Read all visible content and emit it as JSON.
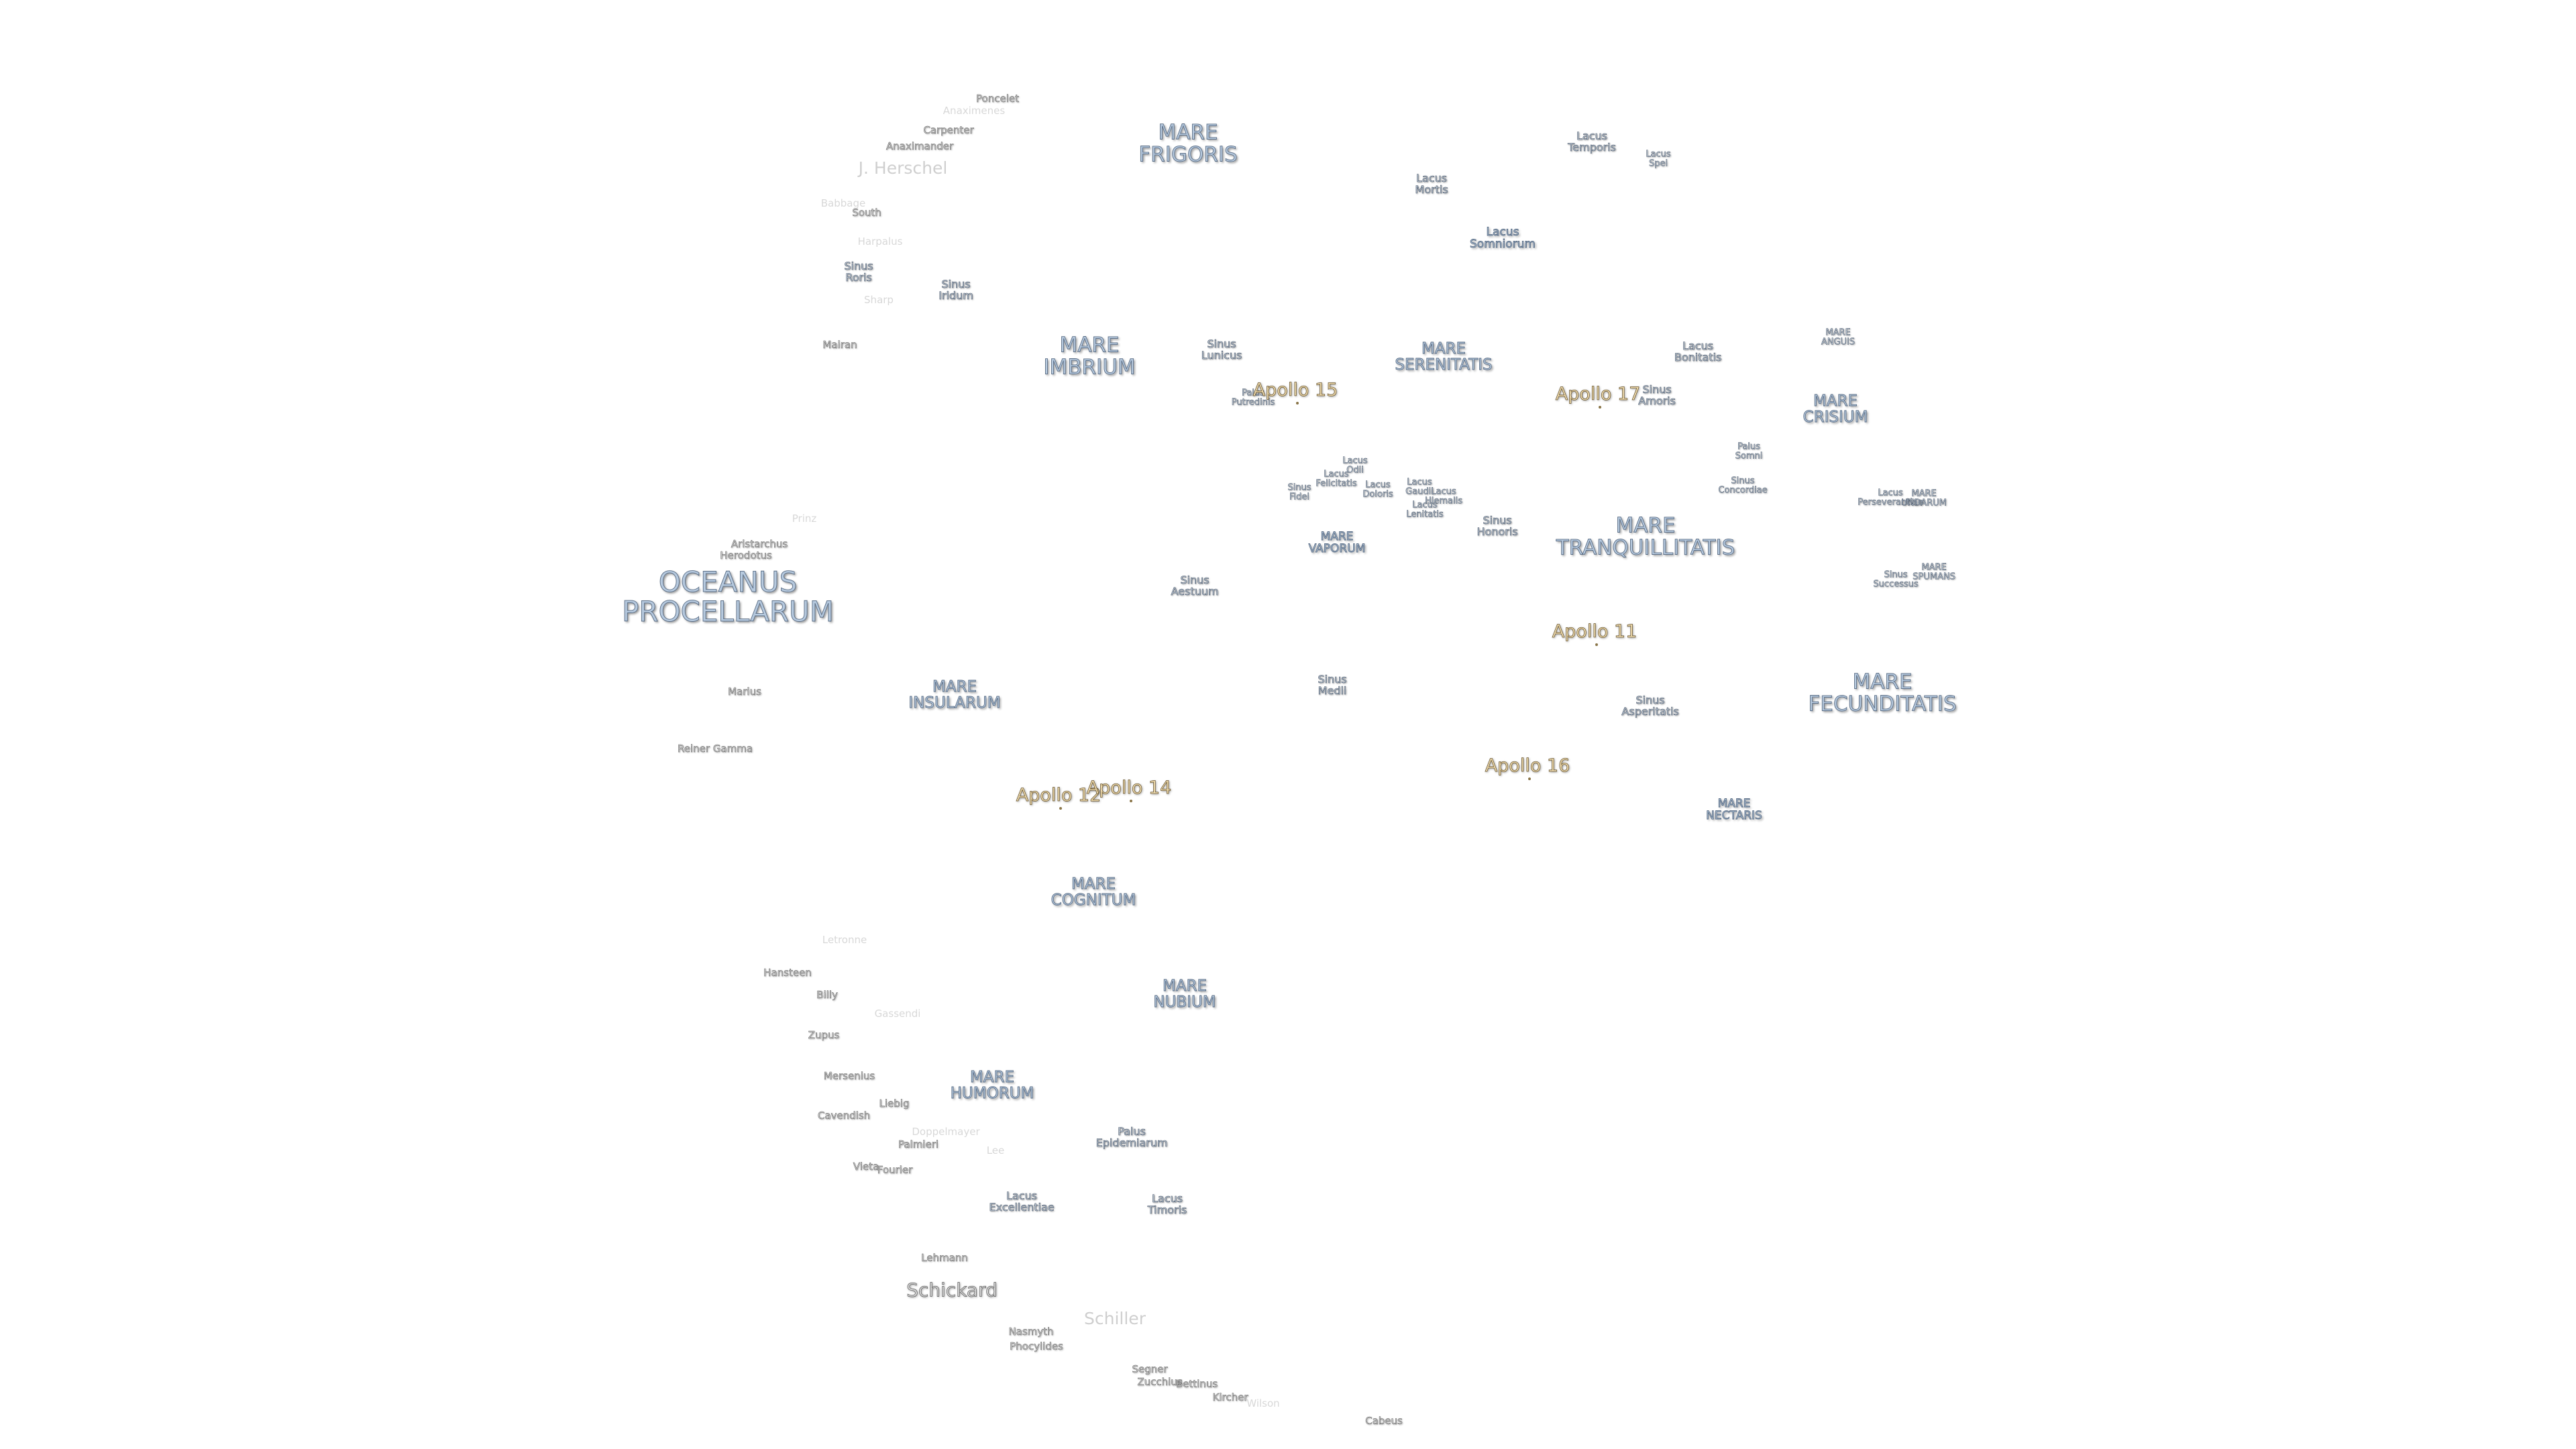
{
  "labels": [
    {
      "text": "MARE\nFRIGORIS",
      "kind": "mare mare-l"
    },
    {
      "text": "MARE\nIMBRIUM",
      "kind": "mare mare-l"
    },
    {
      "text": "MARE\nSERENITATIS",
      "kind": "mare mare-m"
    },
    {
      "text": "MARE\nCRISIUM",
      "kind": "mare mare-m"
    },
    {
      "text": "MARE\nTRANQUILLITATIS",
      "kind": "mare mare-l"
    },
    {
      "text": "OCEANUS\nPROCELLARUM",
      "kind": "mare mare-xl"
    },
    {
      "text": "MARE\nINSULARUM",
      "kind": "mare mare-m"
    },
    {
      "text": "MARE\nFECUNDITATIS",
      "kind": "mare mare-l"
    },
    {
      "text": "MARE\nNECTARIS",
      "kind": "mare mare-s"
    },
    {
      "text": "MARE\nCOGNITUM",
      "kind": "mare mare-m"
    },
    {
      "text": "MARE\nNUBIUM",
      "kind": "mare mare-m"
    },
    {
      "text": "MARE\nHUMORUM",
      "kind": "mare mare-m"
    },
    {
      "text": "MARE\nVAPORUM",
      "kind": "mare mare-s"
    },
    {
      "text": "MARE\nANGUIS",
      "kind": "tiny"
    },
    {
      "text": "MARE\nUNDARUM",
      "kind": "tiny"
    },
    {
      "text": "MARE\nSPUMANS",
      "kind": "tiny"
    },
    {
      "text": "Lacus\nTemporis",
      "kind": "small"
    },
    {
      "text": "Lacus\nSpei",
      "kind": "tiny"
    },
    {
      "text": "Lacus\nMortis",
      "kind": "small"
    },
    {
      "text": "Lacus\nSomniorum",
      "kind": "mare mare-s"
    },
    {
      "text": "Sinus\nLunicus",
      "kind": "small"
    },
    {
      "text": "Lacus\nBonitatis",
      "kind": "small"
    },
    {
      "text": "Sinus\nAmoris",
      "kind": "small"
    },
    {
      "text": "Palus\nPutredinis",
      "kind": "tiny"
    },
    {
      "text": "Palus\nSomni",
      "kind": "tiny"
    },
    {
      "text": "Sinus\nConcordiae",
      "kind": "tiny"
    },
    {
      "text": "Lacus\nOdii",
      "kind": "tiny"
    },
    {
      "text": "Lacus\nFelicitatis",
      "kind": "tiny"
    },
    {
      "text": "Sinus\nFidei",
      "kind": "tiny"
    },
    {
      "text": "Lacus\nDoloris",
      "kind": "tiny"
    },
    {
      "text": "Lacus\nGaudii",
      "kind": "tiny"
    },
    {
      "text": "Lacus\nHiemalis",
      "kind": "tiny"
    },
    {
      "text": "Lacus\nLenitatis",
      "kind": "tiny"
    },
    {
      "text": "Sinus\nHonoris",
      "kind": "small"
    },
    {
      "text": "Lacus\nPerseverantiae",
      "kind": "tiny"
    },
    {
      "text": "Sinus\nSuccessus",
      "kind": "tiny"
    },
    {
      "text": "Sinus\nAestuum",
      "kind": "small"
    },
    {
      "text": "Sinus\nMedii",
      "kind": "small"
    },
    {
      "text": "Sinus\nAsperitatis",
      "kind": "small"
    },
    {
      "text": "Sinus\nRoris",
      "kind": "small"
    },
    {
      "text": "Sinus\nIridum",
      "kind": "small"
    },
    {
      "text": "Palus\nEpidemiarum",
      "kind": "small"
    },
    {
      "text": "Lacus\nExcellentiae",
      "kind": "small"
    },
    {
      "text": "Lacus\nTimoris",
      "kind": "small"
    },
    {
      "text": "Poncelet",
      "kind": "crater"
    },
    {
      "text": "Anaximenes",
      "kind": "crater-faint"
    },
    {
      "text": "Carpenter",
      "kind": "crater"
    },
    {
      "text": "Anaximander",
      "kind": "crater"
    },
    {
      "text": "J. Herschel",
      "kind": "crater-faint-l"
    },
    {
      "text": "Babbage",
      "kind": "crater-faint"
    },
    {
      "text": "South",
      "kind": "crater"
    },
    {
      "text": "Harpalus",
      "kind": "crater-faint"
    },
    {
      "text": "Sharp",
      "kind": "crater-faint"
    },
    {
      "text": "Mairan",
      "kind": "crater"
    },
    {
      "text": "Prinz",
      "kind": "crater-faint"
    },
    {
      "text": "Aristarchus",
      "kind": "crater"
    },
    {
      "text": "Herodotus",
      "kind": "crater"
    },
    {
      "text": "Marius",
      "kind": "crater"
    },
    {
      "text": "Reiner Gamma",
      "kind": "crater"
    },
    {
      "text": "Letronne",
      "kind": "crater-faint"
    },
    {
      "text": "Hansteen",
      "kind": "crater"
    },
    {
      "text": "Billy",
      "kind": "crater"
    },
    {
      "text": "Gassendi",
      "kind": "crater-faint"
    },
    {
      "text": "Zupus",
      "kind": "crater"
    },
    {
      "text": "Mersenius",
      "kind": "crater"
    },
    {
      "text": "Liebig",
      "kind": "crater"
    },
    {
      "text": "Cavendish",
      "kind": "crater"
    },
    {
      "text": "Doppelmayer",
      "kind": "crater-faint"
    },
    {
      "text": "Palmieri",
      "kind": "crater"
    },
    {
      "text": "Lee",
      "kind": "crater-faint"
    },
    {
      "text": "Vieta",
      "kind": "crater"
    },
    {
      "text": "Fourier",
      "kind": "crater"
    },
    {
      "text": "Lehmann",
      "kind": "crater"
    },
    {
      "text": "Schickard",
      "kind": "crater-l"
    },
    {
      "text": "Schiller",
      "kind": "crater-faint-l"
    },
    {
      "text": "Nasmyth",
      "kind": "crater"
    },
    {
      "text": "Phocylides",
      "kind": "crater"
    },
    {
      "text": "Segner",
      "kind": "crater"
    },
    {
      "text": "Zucchius",
      "kind": "crater"
    },
    {
      "text": "Bettinus",
      "kind": "crater"
    },
    {
      "text": "Kircher",
      "kind": "crater"
    },
    {
      "text": "Wilson",
      "kind": "crater-faint"
    },
    {
      "text": "Cabeus",
      "kind": "crater"
    },
    {
      "text": "Apollo 15",
      "kind": "apollo"
    },
    {
      "text": "Apollo 17",
      "kind": "apollo"
    },
    {
      "text": "Apollo 11",
      "kind": "apollo"
    },
    {
      "text": "Apollo 16",
      "kind": "apollo"
    },
    {
      "text": "Apollo 12",
      "kind": "apollo"
    },
    {
      "text": "Apollo 14",
      "kind": "apollo"
    }
  ]
}
